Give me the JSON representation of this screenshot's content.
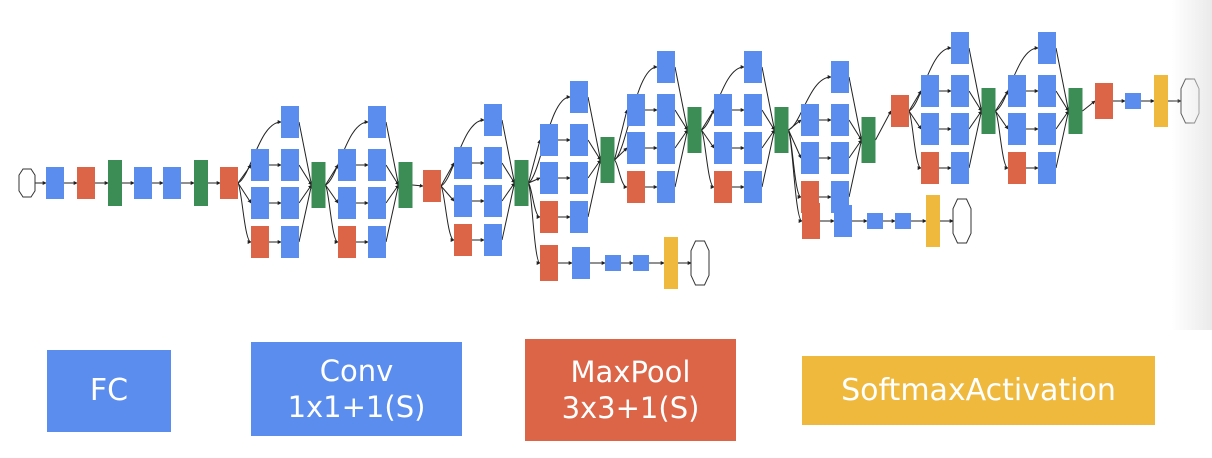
{
  "title": "GoogLeNet (Inception v1) architecture",
  "colors": {
    "conv": "#5a8dee",
    "fc": "#5a8dee",
    "maxpool": "#dc6447",
    "concat": "#3b8c55",
    "softmax": "#efb93e",
    "edge": "#222222"
  },
  "legend": {
    "fc": {
      "label": "FC"
    },
    "conv": {
      "line1": "Conv",
      "line2": "1x1+1(S)"
    },
    "maxpool": {
      "line1": "MaxPool",
      "line2": "3x3+1(S)"
    },
    "softmax": {
      "label": "SoftmaxActivation"
    }
  },
  "diagram": {
    "stem": [
      "input",
      "conv",
      "maxpool",
      "concat",
      "conv",
      "conv",
      "concat",
      "maxpool"
    ],
    "stages": [
      {
        "blocks": 2,
        "then": "maxpool"
      },
      {
        "blocks": 5,
        "then": "maxpool",
        "aux_after_block": [
          1,
          4
        ]
      },
      {
        "blocks": 2,
        "then": "avgpool"
      }
    ],
    "inception_branches": [
      [
        "conv"
      ],
      [
        "conv",
        "conv"
      ],
      [
        "conv",
        "conv"
      ],
      [
        "maxpool",
        "conv"
      ]
    ],
    "aux_classifier": [
      "avgpool",
      "conv",
      "fc",
      "fc",
      "softmax",
      "output"
    ],
    "head": [
      "avgpool",
      "fc",
      "softmax",
      "output"
    ],
    "outputs": 3
  }
}
